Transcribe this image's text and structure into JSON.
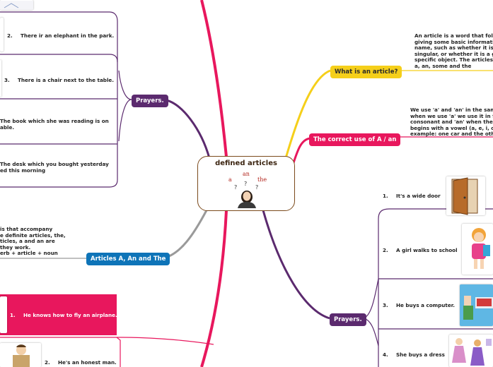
{
  "center": {
    "title": "defined articles",
    "image_words": [
      "a",
      "an",
      "the"
    ],
    "image_marks": [
      "?",
      "?",
      "?"
    ]
  },
  "right": {
    "what_is": {
      "label": "What is an article?",
      "text": [
        "An article is a word that follo",
        "giving some basic informatio",
        "name, such as whether it is m",
        "singular, or whether it is a g",
        "specific object. The articles i",
        "a, an, some and the"
      ]
    },
    "correct_use": {
      "label": "The correct use of A / an",
      "text": [
        "We use 'a' and 'an' in the sam",
        "when we use 'a' we use it in f",
        "consonant and 'an' when the n",
        "begins with a vowel (a, e, i, o",
        "example: one car and the othe"
      ]
    },
    "prayers": {
      "label": "Prayers.",
      "items": [
        {
          "num": "1.",
          "text": "It's a wide door",
          "icon": "door-icon"
        },
        {
          "num": "2.",
          "text": "A girl walks to school",
          "icon": "schoolgirl-icon"
        },
        {
          "num": "3.",
          "text": "He buys a computer.",
          "icon": "computer-icon"
        },
        {
          "num": "4.",
          "text": "She buys a dress",
          "icon": "dress-icon"
        }
      ]
    }
  },
  "left": {
    "prayers": {
      "label": "Prayers.",
      "items": [
        {
          "num": "2.",
          "text": "There ir an elephant in the park."
        },
        {
          "num": "3.",
          "text": "There is a chair next to the table."
        },
        {
          "num": "",
          "lines": [
            "The book which she was reading is on",
            "able."
          ]
        },
        {
          "num": "",
          "lines": [
            "The desk which you bought yesterday",
            "ed this morning"
          ]
        }
      ]
    },
    "articles": {
      "label": "Articles A, An and The",
      "text": [
        "is that accompany",
        "e definite articles, the,",
        "ticles, a  and an are",
        "they work.",
        "erb + article + noun"
      ]
    },
    "bottom": {
      "items": [
        {
          "num": "1.",
          "text": "He knows how to fly an airplane."
        },
        {
          "num": "2.",
          "text": "He's an honest man."
        }
      ]
    }
  },
  "colors": {
    "red": "#e8175d",
    "purple": "#5b2a6e",
    "yellow": "#f5cf1a",
    "blue": "#0e74b8",
    "gray": "#8a8a8a"
  }
}
